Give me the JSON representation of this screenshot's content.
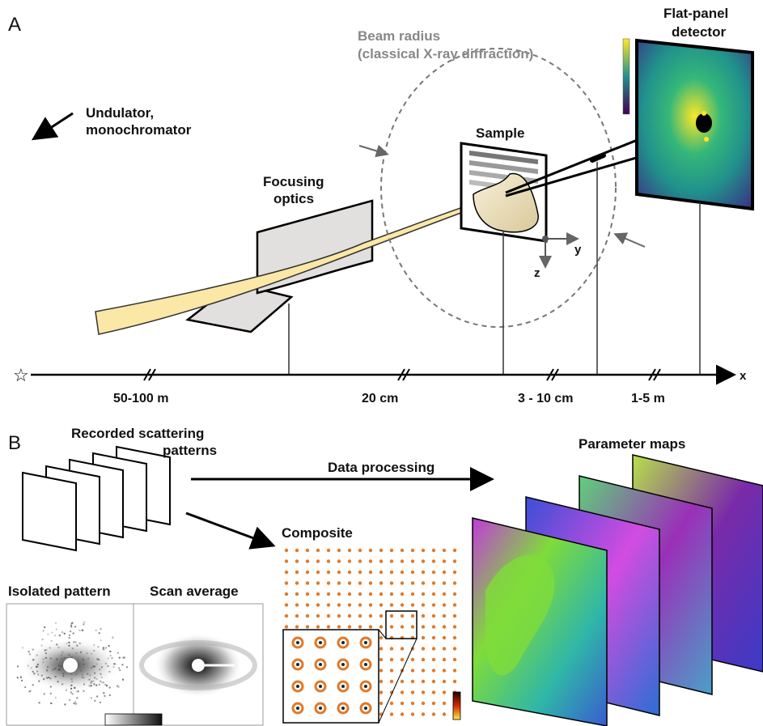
{
  "panel_a": {
    "letter": "A",
    "undulator": {
      "line1": "Undulator,",
      "line2": "monochromator"
    },
    "beam_radius": {
      "line1": "Beam radius",
      "line2": "(classical X-ray diffraction)"
    },
    "detector": {
      "line1": "Flat-panel",
      "line2": "detector"
    },
    "focusing": {
      "line1": "Focusing",
      "line2": "optics"
    },
    "sample": "Sample",
    "axis_y": "y",
    "axis_z": "z",
    "axis_x": "x",
    "distances": [
      "50-100 m",
      "20 cm",
      "3 - 10 cm",
      "1-5 m"
    ]
  },
  "panel_b": {
    "letter": "B",
    "recorded": {
      "line1": "Recorded scattering",
      "line2": "patterns"
    },
    "data_processing": "Data processing",
    "parameter_maps": "Parameter maps",
    "composite": "Composite",
    "isolated": "Isolated pattern",
    "scan_average": "Scan average"
  },
  "colors": {
    "beam": "#fbe7a6",
    "optics": "#e2dfdf",
    "beam_circle": "#777777",
    "detector_center": "#fde725",
    "detector_edge": "#3b2a84",
    "composite_dot": "#e07a2a"
  }
}
